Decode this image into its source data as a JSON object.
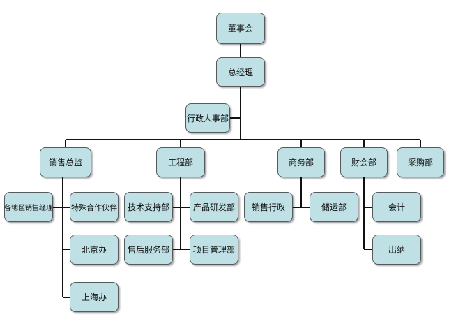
{
  "colors": {
    "box_fill": "#bfe0e4",
    "box_border": "#555a5c",
    "line": "#111111"
  },
  "nodes": {
    "board": "董事会",
    "gm": "总经理",
    "admin_hr": "行政人事部",
    "sales_director": "销售总监",
    "engineering": "工程部",
    "business": "商务部",
    "finance": "财会部",
    "purchasing": "采购部",
    "regional_sales_manager": "各地区销售经理",
    "special_partner": "特殊合作伙伴",
    "beijing_office": "北京办",
    "shanghai_office": "上海办",
    "tech_support": "技术支持部",
    "product_rd": "产品研发部",
    "after_sales": "售后服务部",
    "project_mgmt": "项目管理部",
    "sales_admin": "销售行政",
    "storage_transport": "储运部",
    "accounting": "会计",
    "cashier": "出纳"
  }
}
